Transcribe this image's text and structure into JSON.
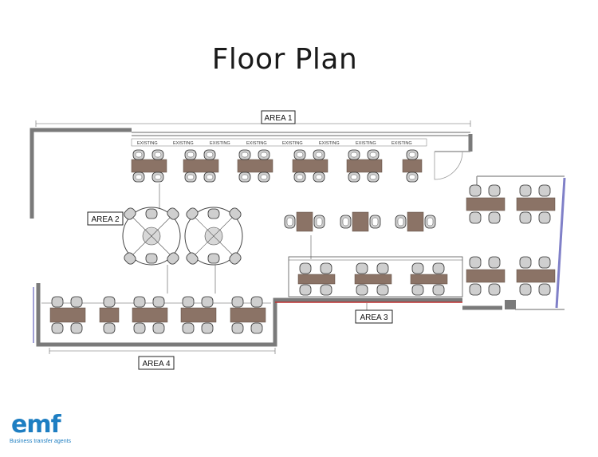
{
  "title": "Floor Plan",
  "areas": [
    {
      "label": "AREA 1"
    },
    {
      "label": "AREA 2"
    },
    {
      "label": "AREA 3"
    },
    {
      "label": "AREA 4"
    }
  ],
  "existing_label": "EXISTING",
  "logo": {
    "name": "emf",
    "tagline": "Business transfer agents"
  },
  "colors": {
    "table": "#8b7366",
    "wall": "#7a7a7a",
    "brand": "#1e7ec2",
    "window": "#8080c8"
  }
}
